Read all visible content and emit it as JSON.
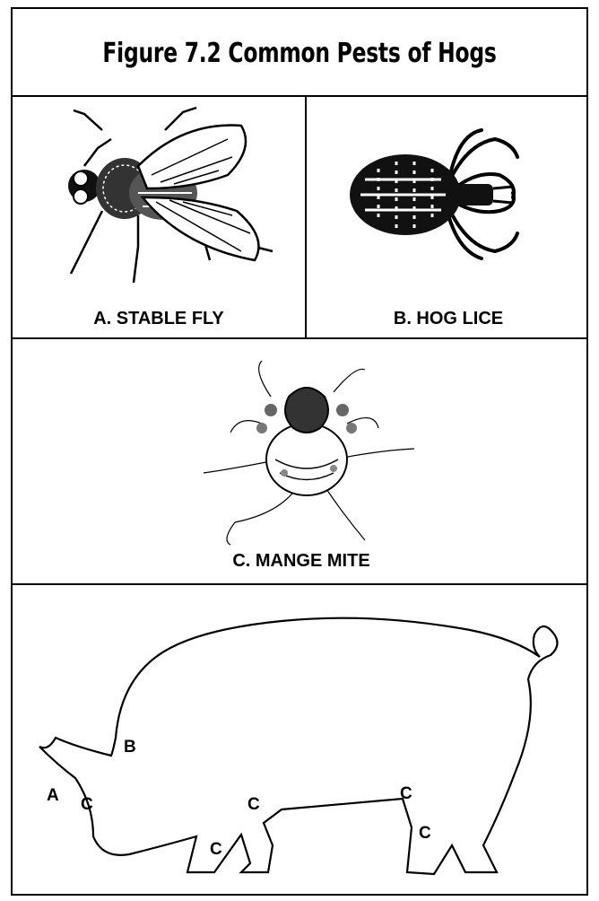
{
  "figure": {
    "title": "Figure 7.2 Common Pests of Hogs"
  },
  "panels": {
    "stable_fly": {
      "caption": "A. STABLE FLY"
    },
    "hog_lice": {
      "caption": "B. HOG LICE"
    },
    "mange_mite": {
      "caption": "C. MANGE MITE"
    }
  },
  "pig_diagram": {
    "labels": {
      "a": "A",
      "b": "B",
      "c1": "C",
      "c2": "C",
      "c3": "C",
      "c4": "C",
      "c5": "C"
    }
  }
}
